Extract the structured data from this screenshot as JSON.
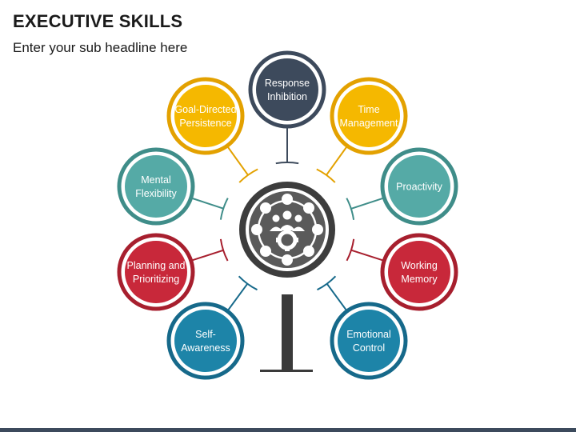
{
  "title": "EXECUTIVE SKILLS",
  "subtitle": "Enter your sub headline here",
  "nodes": [
    {
      "id": "response-inhibition",
      "lines": [
        "Response",
        "Inhibition"
      ],
      "color": "#3d4a5c",
      "ring": "#3d4a5c"
    },
    {
      "id": "time-management",
      "lines": [
        "Time",
        "Management"
      ],
      "color": "#f5b800",
      "ring": "#e3a100"
    },
    {
      "id": "proactivity",
      "lines": [
        "Proactivity"
      ],
      "color": "#55aaa6",
      "ring": "#3f8d89"
    },
    {
      "id": "working-memory",
      "lines": [
        "Working",
        "Memory"
      ],
      "color": "#c8283a",
      "ring": "#a71f2e"
    },
    {
      "id": "emotional-control",
      "lines": [
        "Emotional",
        "Control"
      ],
      "color": "#1d84a8",
      "ring": "#16698a"
    },
    {
      "id": "self-awareness",
      "lines": [
        "Self-",
        "Awareness"
      ],
      "color": "#1d84a8",
      "ring": "#16698a"
    },
    {
      "id": "planning-and-prioritizing",
      "lines": [
        "Planning and",
        "Prioritizing"
      ],
      "color": "#c8283a",
      "ring": "#a71f2e"
    },
    {
      "id": "mental-flexibility",
      "lines": [
        "Mental",
        "Flexibility"
      ],
      "color": "#55aaa6",
      "ring": "#3f8d89"
    },
    {
      "id": "goal-directed-persistence",
      "lines": [
        "Goal-Directed",
        "Persistence"
      ],
      "color": "#f5b800",
      "ring": "#e3a100"
    }
  ],
  "center": {
    "icon": "team-network-icon",
    "color": "#3d3d3d"
  },
  "colors": {
    "stand": "#3a3a3a",
    "footer": "#3c4a5c"
  }
}
